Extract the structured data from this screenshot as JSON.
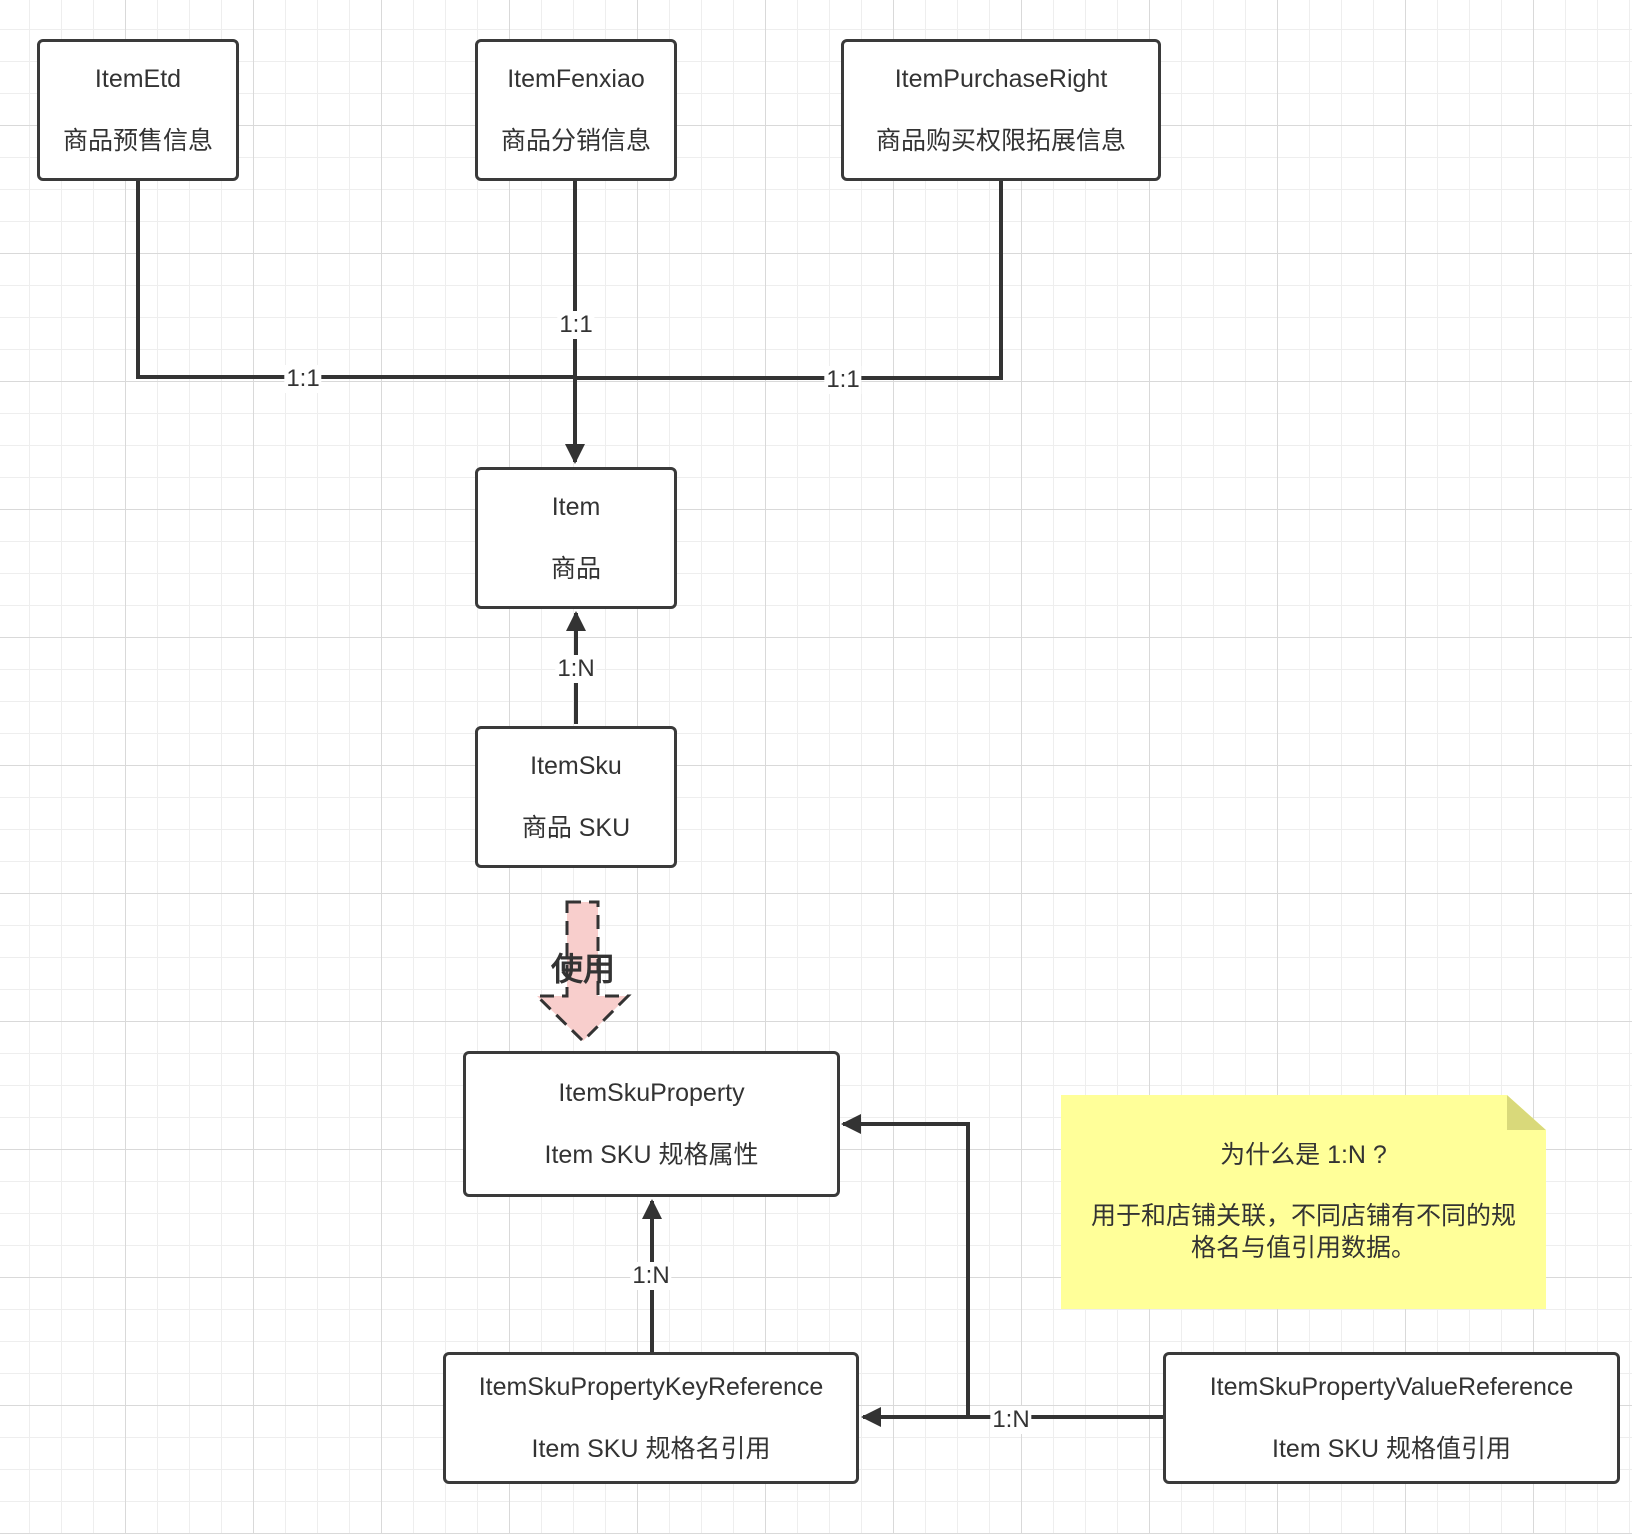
{
  "entities": {
    "itemetd": {
      "name": "ItemEtd",
      "desc": "商品预售信息"
    },
    "itemfenxiao": {
      "name": "ItemFenxiao",
      "desc": "商品分销信息"
    },
    "itempurchaseright": {
      "name": "ItemPurchaseRight",
      "desc": "商品购买权限拓展信息"
    },
    "item": {
      "name": "Item",
      "desc": "商品"
    },
    "itemsku": {
      "name": "ItemSku",
      "desc": "商品 SKU"
    },
    "itemskuproperty": {
      "name": "ItemSkuProperty",
      "desc": "Item SKU 规格属性"
    },
    "keyreference": {
      "name": "ItemSkuPropertyKeyReference",
      "desc": "Item SKU 规格名引用"
    },
    "valuereference": {
      "name": "ItemSkuPropertyValueReference",
      "desc": "Item SKU 规格值引用"
    }
  },
  "relations": {
    "etd_item": "1:1",
    "fenxiao_item": "1:1",
    "purchaseright_item": "1:1",
    "sku_item": "1:N",
    "key_property": "1:N",
    "value_refs": "1:N"
  },
  "use_arrow": {
    "label": "使用"
  },
  "note": {
    "question": "为什么是 1:N ?",
    "answer": "用于和店铺关联，不同店铺有不同的规格名与值引用数据。"
  },
  "colors": {
    "line": "#333333",
    "note_fill": "#ffff99",
    "use_arrow_fill": "#f8cecc"
  }
}
